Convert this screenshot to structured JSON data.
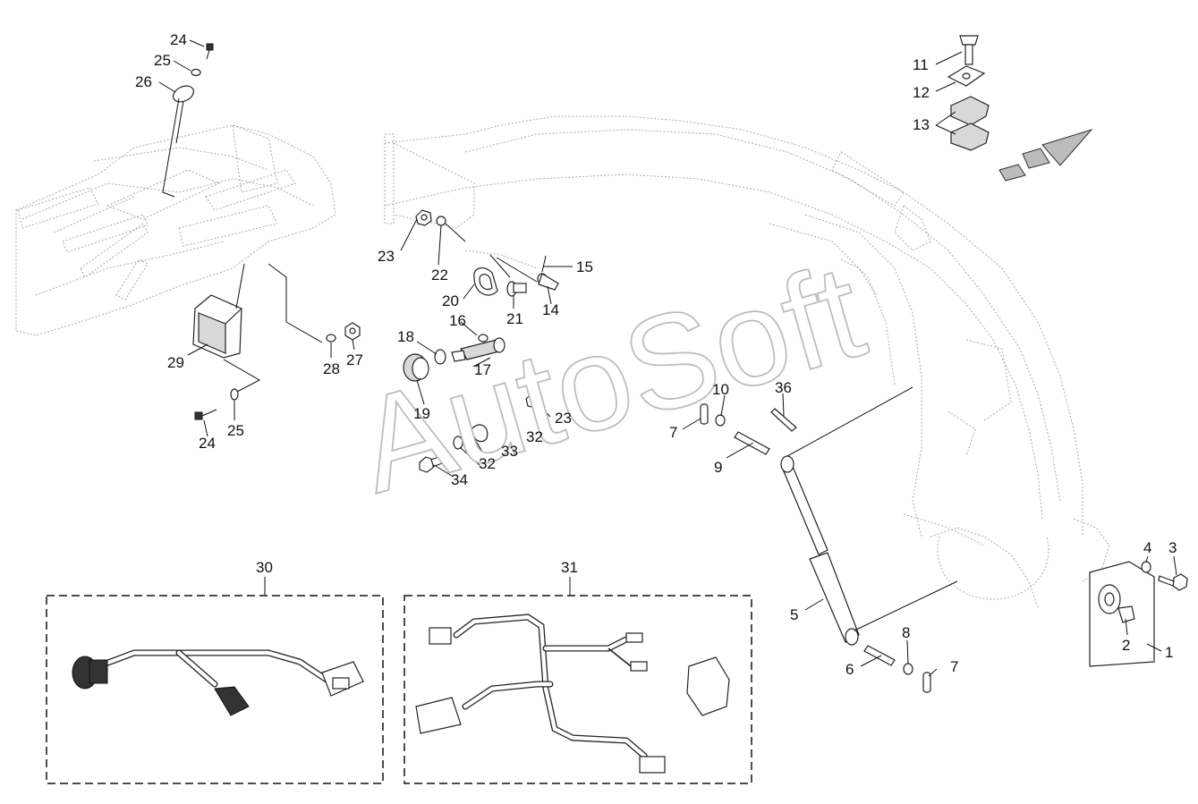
{
  "watermark": "AutoSoft",
  "callouts": {
    "c1": "1",
    "c2": "2",
    "c3": "3",
    "c4": "4",
    "c5": "5",
    "c6": "6",
    "c7a": "7",
    "c7b": "7",
    "c8": "8",
    "c9": "9",
    "c10": "10",
    "c11": "11",
    "c12": "12",
    "c13": "13",
    "c14": "14",
    "c15": "15",
    "c16": "16",
    "c17": "17",
    "c18": "18",
    "c19": "19",
    "c20": "20",
    "c21": "21",
    "c22": "22",
    "c23a": "23",
    "c23b": "23",
    "c24a": "24",
    "c24b": "24",
    "c25a": "25",
    "c25b": "25",
    "c26": "26",
    "c27": "27",
    "c28": "28",
    "c29": "29",
    "c30": "30",
    "c31": "31",
    "c32a": "32",
    "c32b": "32",
    "c33": "33",
    "c34": "34",
    "c36": "36"
  },
  "icons": [
    "direction-arrow-icon"
  ]
}
